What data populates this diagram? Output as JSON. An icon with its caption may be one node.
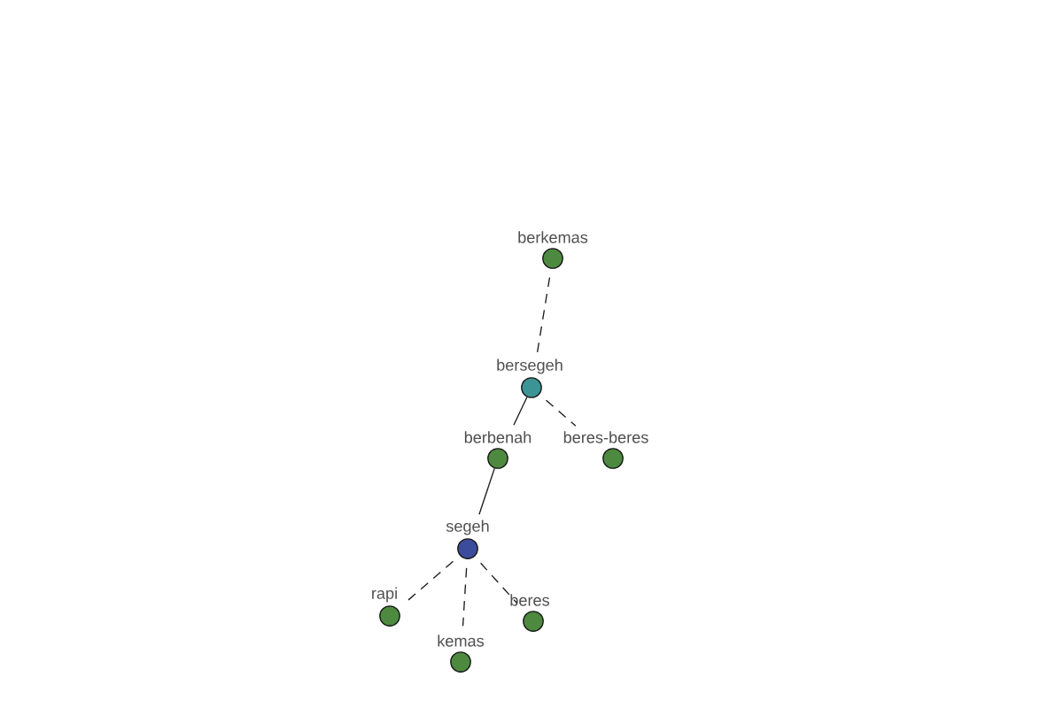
{
  "diagram": {
    "nodes": [
      {
        "text": [
          "berkemas"
        ]
      },
      {
        "text": [
          "bersegeh"
        ]
      },
      {
        "text": [
          "berbenah"
        ]
      },
      {
        "text": [
          "beres-beres"
        ]
      },
      {
        "text": [
          "segeh"
        ]
      },
      {
        "text": [
          "rapi"
        ]
      },
      {
        "text": [
          "beres"
        ]
      },
      {
        "text": [
          "kemas"
        ]
      }
    ],
    "edges": [
      {
        "from": 0,
        "to": 1,
        "arrow": "none",
        "style": "dashed"
      },
      {
        "from": 1,
        "to": 2,
        "arrow": "none"
      },
      {
        "from": 1,
        "to": 3,
        "arrow": "none",
        "style": "dashed"
      },
      {
        "from": 2,
        "to": 4,
        "arrow": "none"
      },
      {
        "from": 4,
        "to": 5,
        "arrow": "none",
        "style": "dashed"
      },
      {
        "from": 4,
        "to": 7,
        "arrow": "none",
        "style": "dashed"
      },
      {
        "from": 4,
        "to": 6,
        "arrow": "none",
        "style": "dashed"
      }
    ]
  }
}
